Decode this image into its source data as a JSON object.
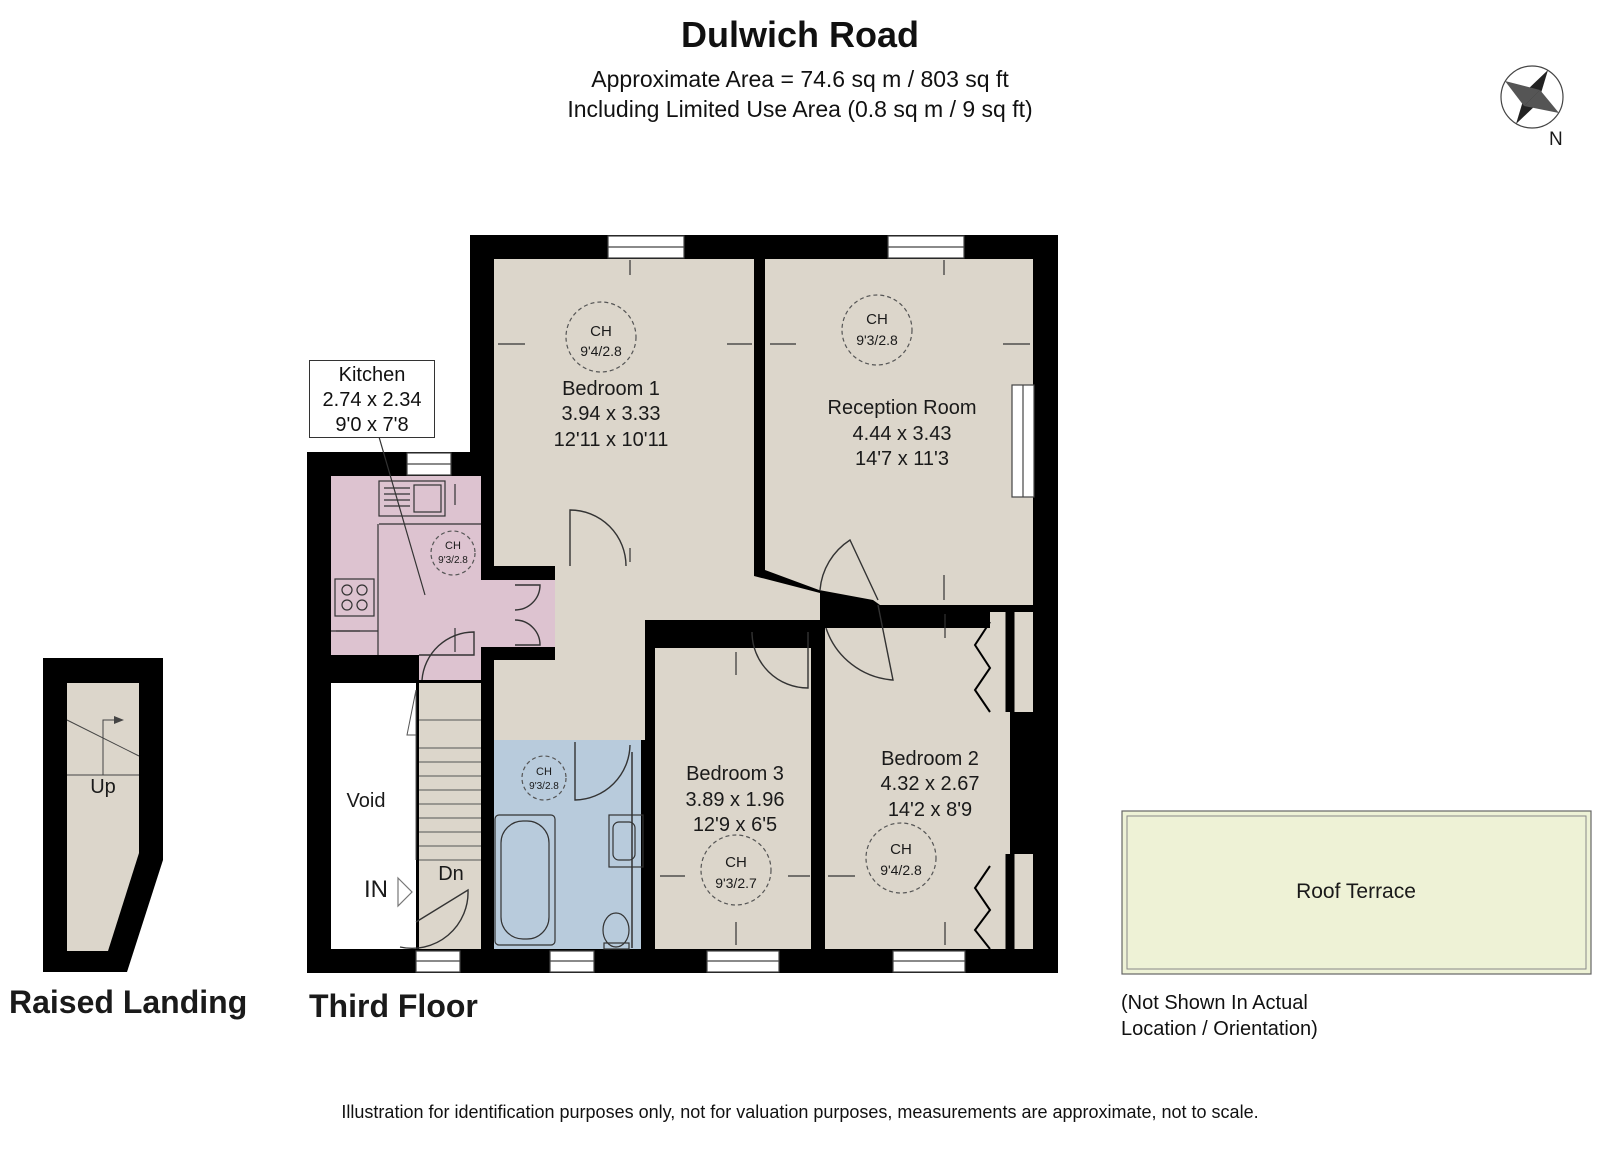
{
  "header": {
    "title": "Dulwich Road",
    "area": "Approximate Area = 74.6 sq m / 803 sq ft",
    "limited_use": "Including Limited Use Area (0.8 sq m / 9 sq ft)"
  },
  "compass": {
    "label": "N"
  },
  "rooms": {
    "bedroom1": {
      "name": "Bedroom 1",
      "metric": "3.94 x 3.33",
      "imperial": "12'11 x 10'11",
      "ch": "CH",
      "ceiling": "9'4/2.8"
    },
    "reception": {
      "name": "Reception Room",
      "metric": "4.44 x 3.43",
      "imperial": "14'7 x 11'3",
      "ch": "CH",
      "ceiling": "9'3/2.8"
    },
    "kitchen": {
      "name": "Kitchen",
      "metric": "2.74 x 2.34",
      "imperial": "9'0 x 7'8",
      "ch": "CH",
      "ceiling": "9'3/2.8"
    },
    "bathroom": {
      "ch": "CH",
      "ceiling": "9'3/2.8"
    },
    "bedroom3": {
      "name": "Bedroom 3",
      "metric": "3.89 x 1.96",
      "imperial": "12'9 x 6'5",
      "ch": "CH",
      "ceiling": "9'3/2.7"
    },
    "bedroom2": {
      "name": "Bedroom 2",
      "metric": "4.32 x 2.67",
      "imperial": "14'2 x 8'9",
      "ch": "CH",
      "ceiling": "9'4/2.8"
    },
    "void": {
      "name": "Void"
    },
    "entrance": {
      "in": "IN",
      "dn": "Dn"
    },
    "landing_up": "Up",
    "roof_terrace": "Roof Terrace"
  },
  "floors": {
    "raised_landing": "Raised Landing",
    "third_floor": "Third Floor"
  },
  "terrace_note": {
    "line1": "(Not Shown In Actual",
    "line2": "Location / Orientation)"
  },
  "footer": "Illustration for identification purposes only, not for valuation purposes, measurements are approximate, not to scale.",
  "colors": {
    "wall": "#000000",
    "room_fill": "#dcd6cb",
    "kitchen_fill": "#ddc3d0",
    "bathroom_fill": "#b8cbdc",
    "terrace_fill": "#eef2d6",
    "void_fill": "#ffffff"
  }
}
